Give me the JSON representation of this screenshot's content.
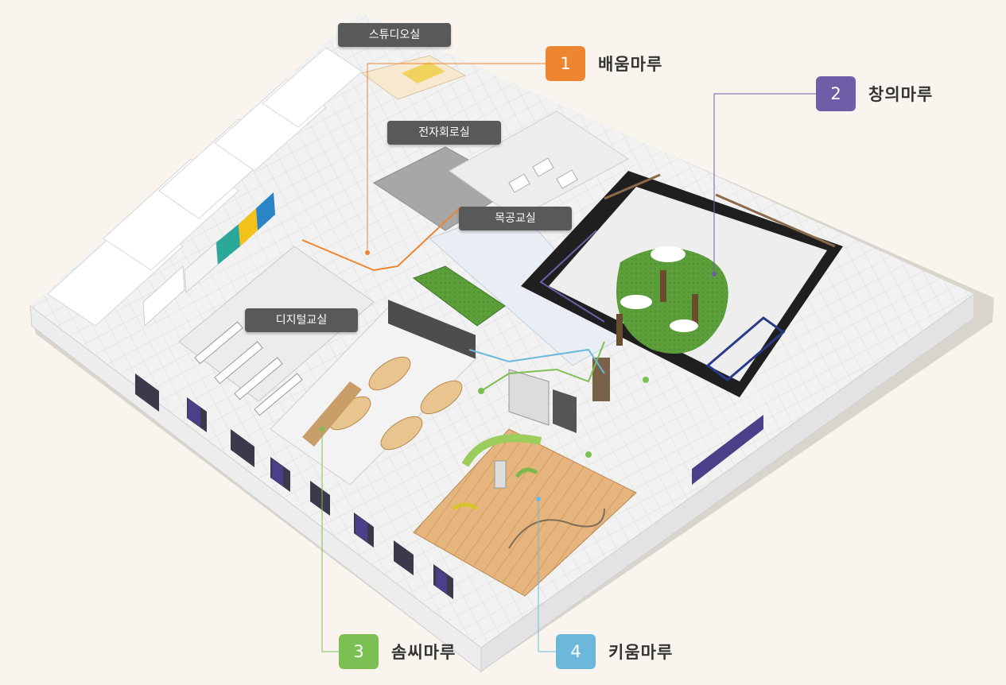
{
  "rooms": {
    "studio": "스튜디오실",
    "electronics": "전자회로실",
    "woodwork": "목공교실",
    "digital": "디지털교실"
  },
  "zones": [
    {
      "number": "1",
      "name": "배움마루",
      "color": "#ee8530"
    },
    {
      "number": "2",
      "name": "창의마루",
      "color": "#6e5ea8"
    },
    {
      "number": "3",
      "name": "솜씨마루",
      "color": "#7cbf52"
    },
    {
      "number": "4",
      "name": "키움마루",
      "color": "#6cb8dc"
    }
  ]
}
